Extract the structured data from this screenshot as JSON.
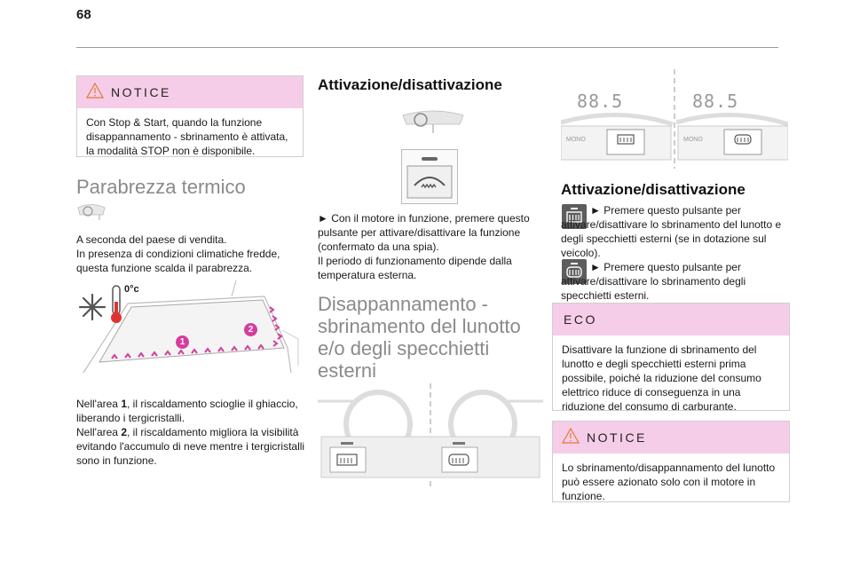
{
  "page": {
    "number": "68"
  },
  "notice1": {
    "title": "NOTICE",
    "text": "Con Stop & Start, quando la funzione disappannamento - sbrinamento è attivata, la modalità STOP non è disponibile."
  },
  "section1": {
    "heading": "Parabrezza termico",
    "para1_line1": "A seconda del paese di vendita.",
    "para1_line2": "In presenza di condizioni climatiche fredde, questa funzione scalda il parabrezza.",
    "figure_temp_label": "0°c",
    "figure_marker_1": "1",
    "figure_marker_2": "2",
    "para2_line1_a": "Nell'area ",
    "para2_line1_b": "1",
    "para2_line1_c": ", il riscaldamento scioglie il ghiaccio, liberando i tergicristalli.",
    "para2_line2_a": "Nell'area ",
    "para2_line2_b": "2",
    "para2_line2_c": ", il riscaldamento migliora la visibilità evitando l'accumulo di neve mentre i tergicristalli sono in funzione."
  },
  "section2": {
    "heading": "Attivazione/disattivazione",
    "text_a": "► Con il motore in funzione, premere questo pulsante per attivare/disattivare la funzione (confermato da una spia).",
    "text_b": "Il periodo di funzionamento dipende dalla temperatura esterna."
  },
  "section3": {
    "heading": "Disappannamento - sbrinamento del lunotto e/o degli specchietti esterni"
  },
  "section4": {
    "display_text": "88.5",
    "mono_label": "MONO",
    "heading": "Attivazione/disattivazione",
    "item1": "► Premere questo pulsante per attivare/disattivare lo sbrinamento del lunotto e degli specchietti esterni (se in dotazione sul veicolo).",
    "item2": "► Premere questo pulsante per attivare/disattivare lo sbrinamento degli specchietti esterni."
  },
  "eco": {
    "title": "ECO",
    "text": "Disattivare la funzione di sbrinamento del lunotto e degli specchietti esterni prima possibile, poiché la riduzione del consumo elettrico riduce di conseguenza in una riduzione del consumo di carburante."
  },
  "notice2": {
    "title": "NOTICE",
    "text": "Lo sbrinamento/disappannamento del lunotto può essere azionato solo con il motore in funzione."
  },
  "colors": {
    "notice_bg": "#f6cde8",
    "heading_grey": "#8a8a8a",
    "accent_pink": "#d63c9e"
  }
}
